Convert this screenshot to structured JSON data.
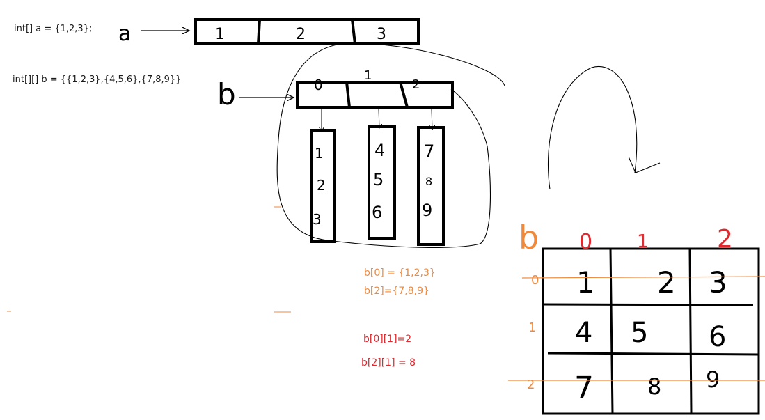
{
  "code": {
    "line1": "int[] a = {1,2,3};",
    "line2": "int[][] b = {{1,2,3},{4,5,6},{7,8,9}}"
  },
  "array_a": {
    "var": "a",
    "cells": [
      "1",
      "2",
      "3"
    ]
  },
  "array_b": {
    "var": "b",
    "indices": [
      "0",
      "1",
      "2"
    ],
    "columns": [
      [
        "1",
        "2",
        "3"
      ],
      [
        "4",
        "5",
        "6"
      ],
      [
        "7",
        "8",
        "9"
      ]
    ]
  },
  "notes_orange": [
    "b[0] = {1,2,3}",
    "b[2]={7,8,9}"
  ],
  "notes_red": [
    "b[0][1]=2",
    "b[2][1] = 8"
  ],
  "grid": {
    "label": "b",
    "col_headers": [
      "0",
      "1",
      "2"
    ],
    "row_headers": [
      "0",
      "1",
      "2"
    ],
    "cells": [
      [
        "1",
        "2",
        "3"
      ],
      [
        "4",
        "5",
        "6"
      ],
      [
        "7",
        "8",
        "9"
      ]
    ]
  },
  "colors": {
    "ink": "#000000",
    "orange": "#ef8a3c",
    "red": "#e0282e"
  }
}
